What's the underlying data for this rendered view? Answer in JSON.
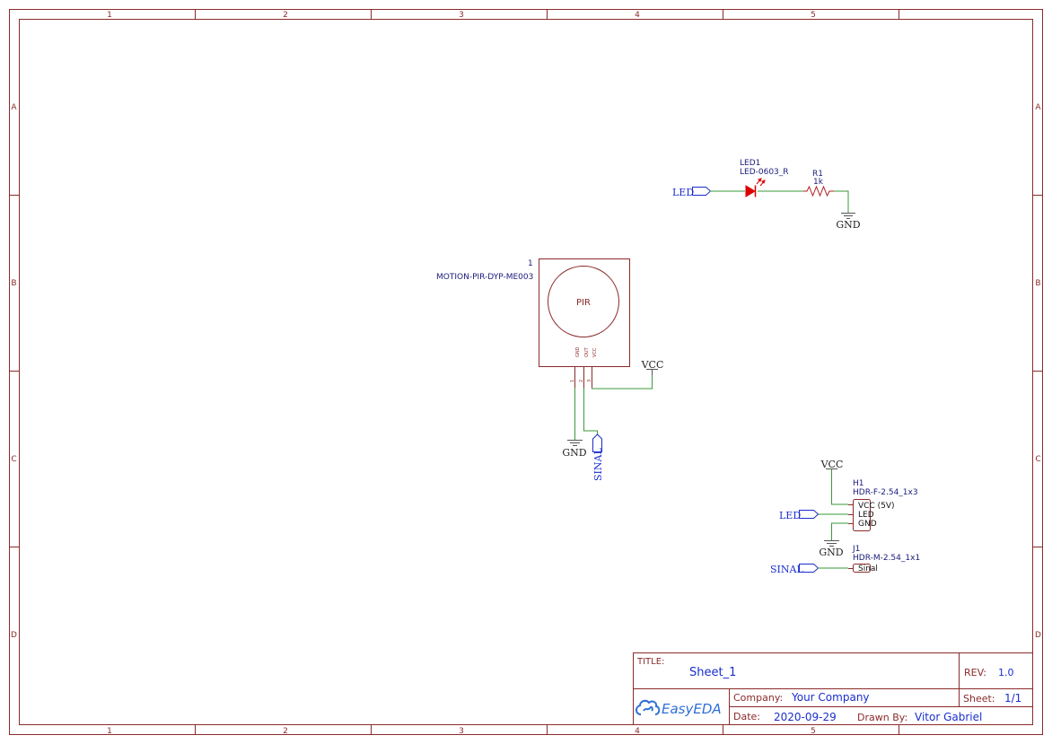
{
  "colors": {
    "frame": "#8b2a2a",
    "wire": "#3a9a3a",
    "net_label": "#1a2ecc",
    "component_text": "#1a1a7a",
    "led_fill": "#dd0000",
    "title_blue": "#1a2ecc"
  },
  "frame": {
    "columns": [
      "1",
      "2",
      "3",
      "4",
      "5"
    ],
    "rows": [
      "A",
      "B",
      "C",
      "D"
    ]
  },
  "pir": {
    "designator": "1",
    "part": "MOTION-PIR-DYP-ME003",
    "label": "PIR",
    "pin_names": [
      "GND",
      "OUT",
      "VCC"
    ],
    "pin_numbers": [
      "1",
      "2",
      "3"
    ],
    "vcc": "VCC",
    "gnd": "GND",
    "signal": "SINAL"
  },
  "led_circuit": {
    "led_designator": "LED1",
    "led_part": "LED-0603_R",
    "r_designator": "R1",
    "r_value": "1k",
    "net": "LED",
    "gnd": "GND"
  },
  "header_h1": {
    "designator": "H1",
    "part": "HDR-F-2.54_1x3",
    "pins": [
      "VCC (5V)",
      "LED",
      "GND"
    ],
    "vcc": "VCC",
    "net": "LED",
    "gnd": "GND"
  },
  "header_j1": {
    "designator": "J1",
    "part": "HDR-M-2.54_1x1",
    "pin": "Sinal",
    "net": "SINAL"
  },
  "title_block": {
    "title_label": "TITLE:",
    "title": "Sheet_1",
    "rev_label": "REV:",
    "rev": "1.0",
    "company_label": "Company:",
    "company": "Your Company",
    "sheet_label": "Sheet:",
    "sheet": "1/1",
    "date_label": "Date:",
    "date": "2020-09-29",
    "drawn_label": "Drawn By:",
    "drawn_by": "Vitor Gabriel",
    "logo": "EasyEDA"
  }
}
